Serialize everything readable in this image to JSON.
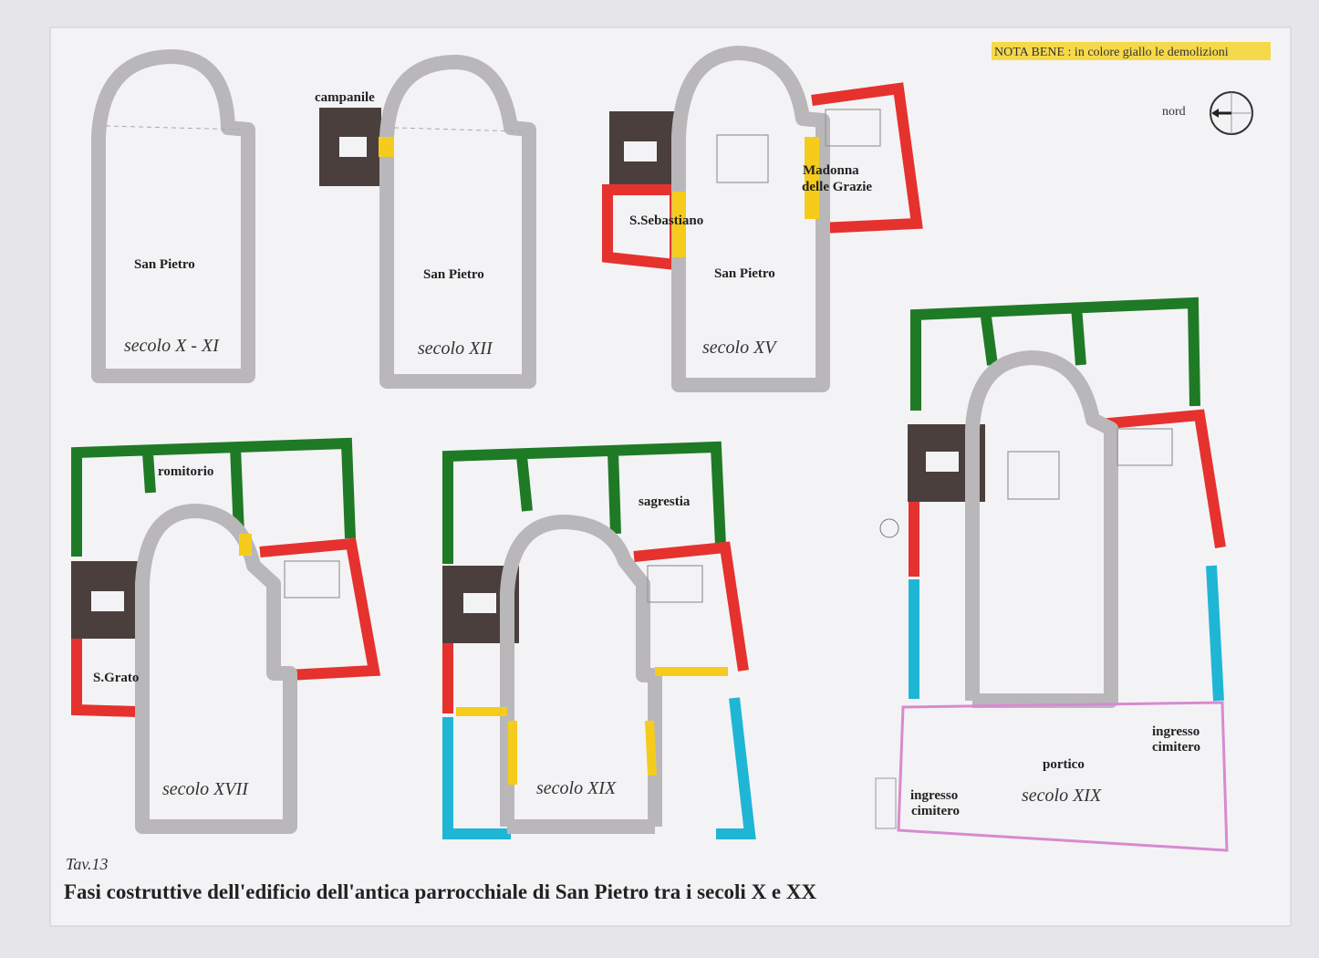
{
  "note": "NOTA BENE : in colore giallo le demolizioni",
  "compass_label": "nord",
  "plate_number": "Tav.13",
  "caption": "Fasi costruttive dell'edificio dell'antica parrocchiale di San Pietro tra i secoli X e XX",
  "colors": {
    "wall_gray": "#b9b7ba",
    "dark": "#4a3f3c",
    "red": "#e5322e",
    "yellow": "#f5cc1c",
    "green": "#1f7a25",
    "cyan": "#1fb6d6",
    "pink": "#d88ad0",
    "highlight": "#f6d94a"
  },
  "plans": [
    {
      "century": "secolo X - XI",
      "labels": [
        "San Pietro"
      ]
    },
    {
      "century": "secolo XII",
      "labels": [
        "San Pietro",
        "campanile"
      ]
    },
    {
      "century": "secolo XV",
      "labels": [
        "San Pietro",
        "S.Sebastiano",
        "Madonna",
        "delle Grazie"
      ]
    },
    {
      "century": "secolo XVII",
      "labels": [
        "romitorio",
        "S.Grato"
      ]
    },
    {
      "century": "secolo XIX",
      "labels": [
        "sagrestia"
      ]
    },
    {
      "century": "secolo XIX",
      "labels": [
        "portico",
        "ingresso",
        "cimitero",
        "ingresso",
        "cimitero"
      ]
    }
  ]
}
